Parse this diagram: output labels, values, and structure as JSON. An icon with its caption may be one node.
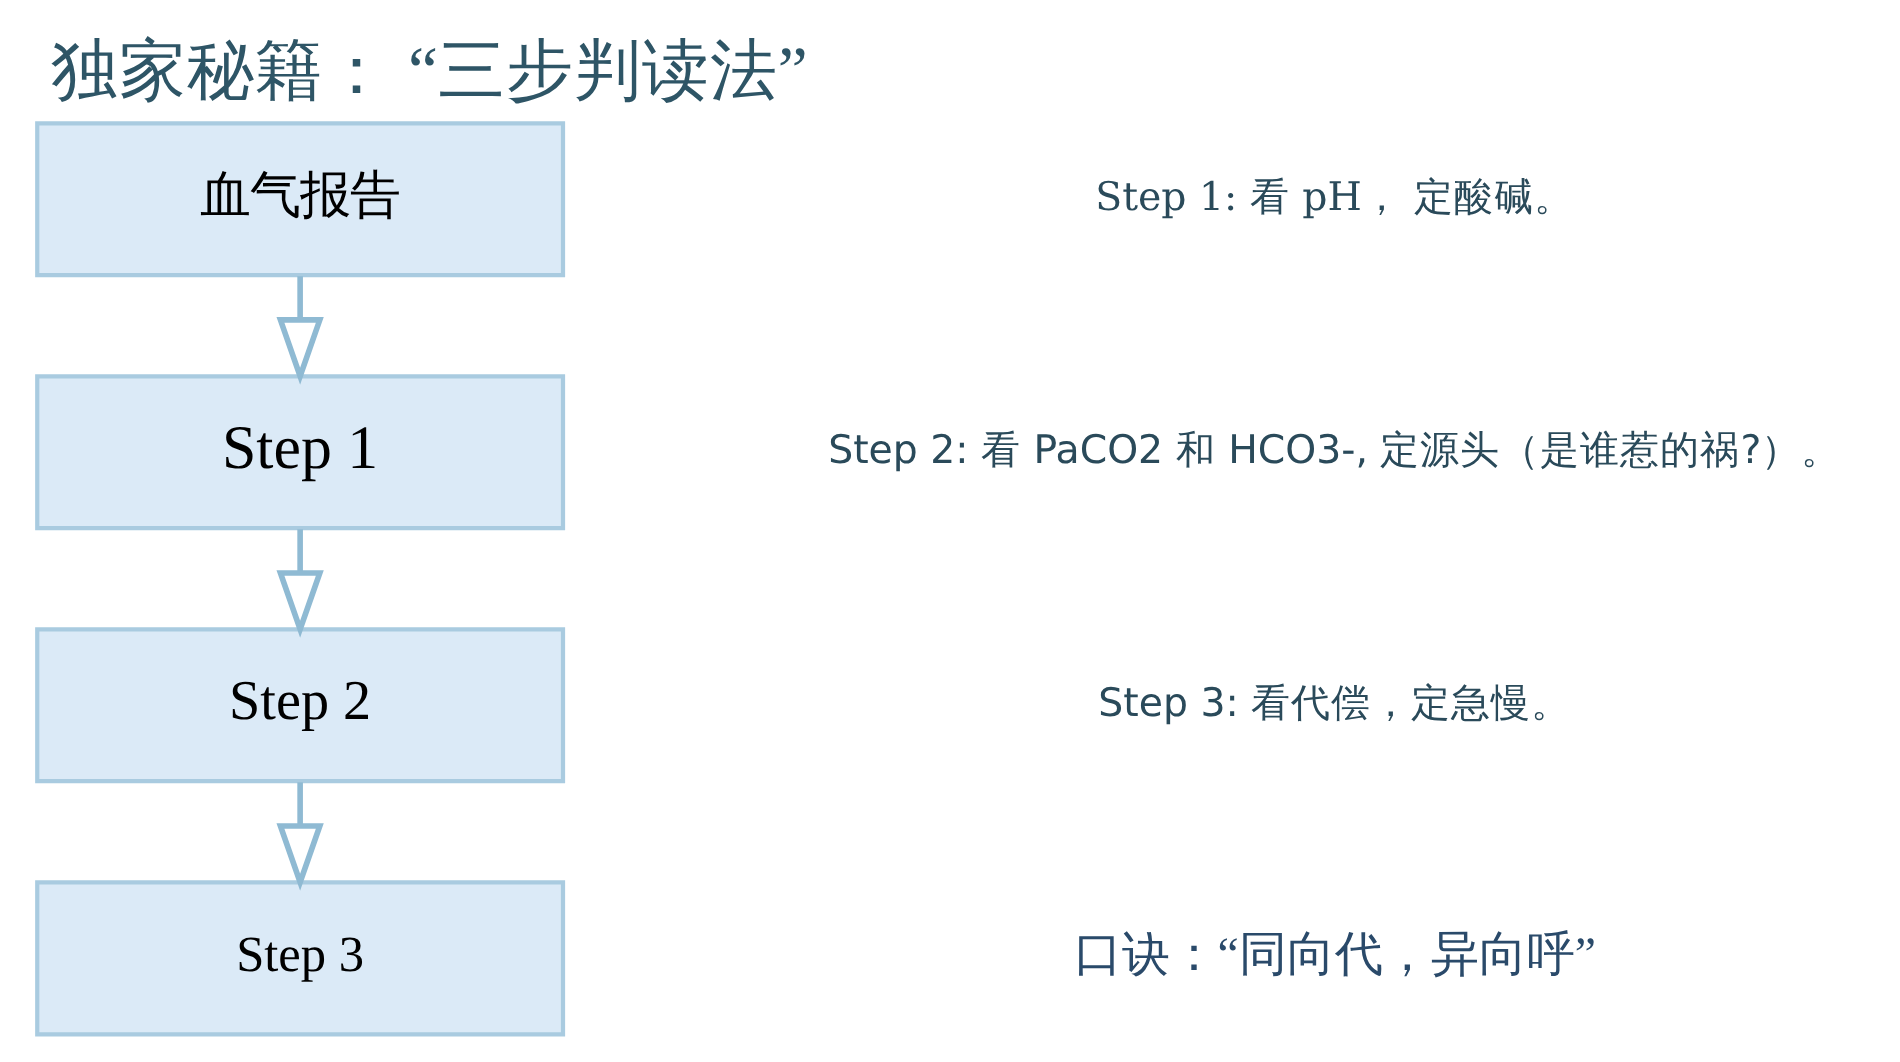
{
  "diagram": {
    "title": "独家秘籍： “三步判读法”",
    "nodes": [
      {
        "text": [
          "血气报告"
        ]
      },
      {
        "text": [
          "Step 1"
        ]
      },
      {
        "text": [
          "Step 2"
        ]
      },
      {
        "text": [
          "Step 3"
        ]
      }
    ],
    "edges": [
      {
        "from": 0,
        "to": 1,
        "arrow": "to"
      },
      {
        "from": 1,
        "to": 2,
        "arrow": "to"
      },
      {
        "from": 2,
        "to": 3,
        "arrow": "to"
      }
    ],
    "labels": [
      "Step 1: 看 pH， 定酸碱。",
      "Step 2: 看 PaCO2 和 HCO3-, 定源头（是谁惹的祸?）。",
      "Step 3: 看代偿，定急慢。",
      "口诀：“同向代，异向呼”"
    ]
  }
}
